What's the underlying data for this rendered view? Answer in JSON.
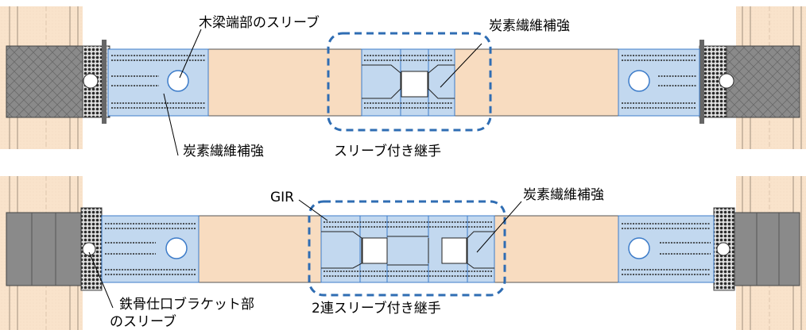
{
  "colors": {
    "timber": "#f8dcc0",
    "column": "#f9e3cb",
    "steel": "#858585",
    "steel_dark": "#5a5a5a",
    "reinforcement": "#c2d8ef",
    "reinforcement_edge": "#3d7cc9",
    "callout": "#2f6db3",
    "bolt": "#2a2a2a",
    "line": "#000000"
  },
  "top_diagram": {
    "labels": {
      "end_sleeve": "木梁端部のスリーブ",
      "cfrp_center": "炭素繊維補強",
      "cfrp_end": "炭素繊維補強",
      "joint": "スリーブ付き継手"
    }
  },
  "bottom_diagram": {
    "labels": {
      "gir": "GIR",
      "cfrp_center": "炭素繊維補強",
      "bracket_sleeve_line1": "鉄骨仕口ブラケット部",
      "bracket_sleeve_line2": "のスリーブ",
      "joint": "2連スリーブ付き継手"
    }
  }
}
